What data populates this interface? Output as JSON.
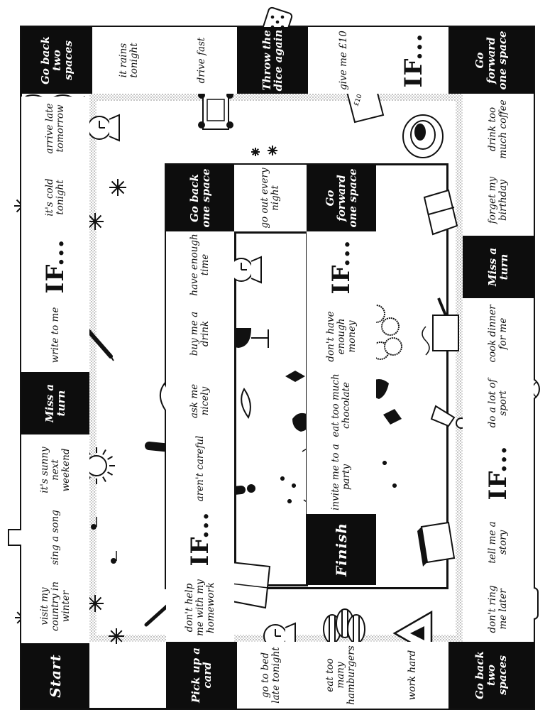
{
  "board": {
    "squares": [
      {
        "id": "start",
        "text": "Start",
        "dark": true,
        "big": true
      },
      {
        "id": "visit-country",
        "text": "visit my country in winter"
      },
      {
        "id": "sing-song",
        "text": "sing a song"
      },
      {
        "id": "sunny-weekend",
        "text": "it's sunny next weekend"
      },
      {
        "id": "miss-turn-1",
        "text": "Miss a turn",
        "dark": true
      },
      {
        "id": "write-to-me",
        "text": "write to me"
      },
      {
        "id": "if-1",
        "text": "IF...",
        "if": true
      },
      {
        "id": "cold-tonight",
        "text": "it's cold tonight"
      },
      {
        "id": "arrive-late",
        "text": "arrive late tomorrow"
      },
      {
        "id": "back-two-1",
        "text": "Go back two spaces",
        "dark": true
      },
      {
        "id": "rains-tonight",
        "text": "it rains tonight"
      },
      {
        "id": "drive-fast",
        "text": "drive fast"
      },
      {
        "id": "throw-again",
        "text": "Throw the dice again",
        "dark": true
      },
      {
        "id": "give-me-10",
        "text": "give me £10"
      },
      {
        "id": "if-2",
        "text": "IF...",
        "if": true
      },
      {
        "id": "forward-one-1",
        "text": "Go forward one space",
        "dark": true
      },
      {
        "id": "too-much-coffee",
        "text": "drink too much coffee"
      },
      {
        "id": "forget-birthday",
        "text": "forget my birthday"
      },
      {
        "id": "miss-turn-2",
        "text": "Miss a turn",
        "dark": true
      },
      {
        "id": "cook-dinner",
        "text": "cook dinner for me"
      },
      {
        "id": "lot-of-sport",
        "text": "do a lot of sport"
      },
      {
        "id": "if-3",
        "text": "IF...",
        "if": true
      },
      {
        "id": "tell-story",
        "text": "tell me a story"
      },
      {
        "id": "ring-later",
        "text": "don't ring me later"
      },
      {
        "id": "back-two-2",
        "text": "Go back two spaces",
        "dark": true
      },
      {
        "id": "work-hard",
        "text": "work hard"
      },
      {
        "id": "eat-hamburgers",
        "text": "eat too many hamburgers"
      },
      {
        "id": "bed-late",
        "text": "go to bed late tonight"
      },
      {
        "id": "pick-card",
        "text": "Pick up a card",
        "dark": true
      },
      {
        "id": "help-homework",
        "text": "don't help me with my homework"
      },
      {
        "id": "if-4",
        "text": "IF...",
        "if": true
      },
      {
        "id": "not-careful",
        "text": "aren't careful"
      },
      {
        "id": "ask-nicely",
        "text": "ask me nicely"
      },
      {
        "id": "buy-drink",
        "text": "buy me a drink"
      },
      {
        "id": "enough-time",
        "text": "have enough time"
      },
      {
        "id": "back-one",
        "text": "Go back one space",
        "dark": true
      },
      {
        "id": "go-out",
        "text": "go out every night"
      },
      {
        "id": "forward-one-2",
        "text": "Go forward one space",
        "dark": true
      },
      {
        "id": "if-5",
        "text": "IF...",
        "if": true
      },
      {
        "id": "no-money",
        "text": "don't have enough money"
      },
      {
        "id": "too-much-chocolate",
        "text": "eat too much chocolate"
      },
      {
        "id": "invite-party",
        "text": "invite me to a party"
      },
      {
        "id": "finish",
        "text": "Finish",
        "dark": true,
        "big": true
      }
    ],
    "coin_label": "£10"
  }
}
